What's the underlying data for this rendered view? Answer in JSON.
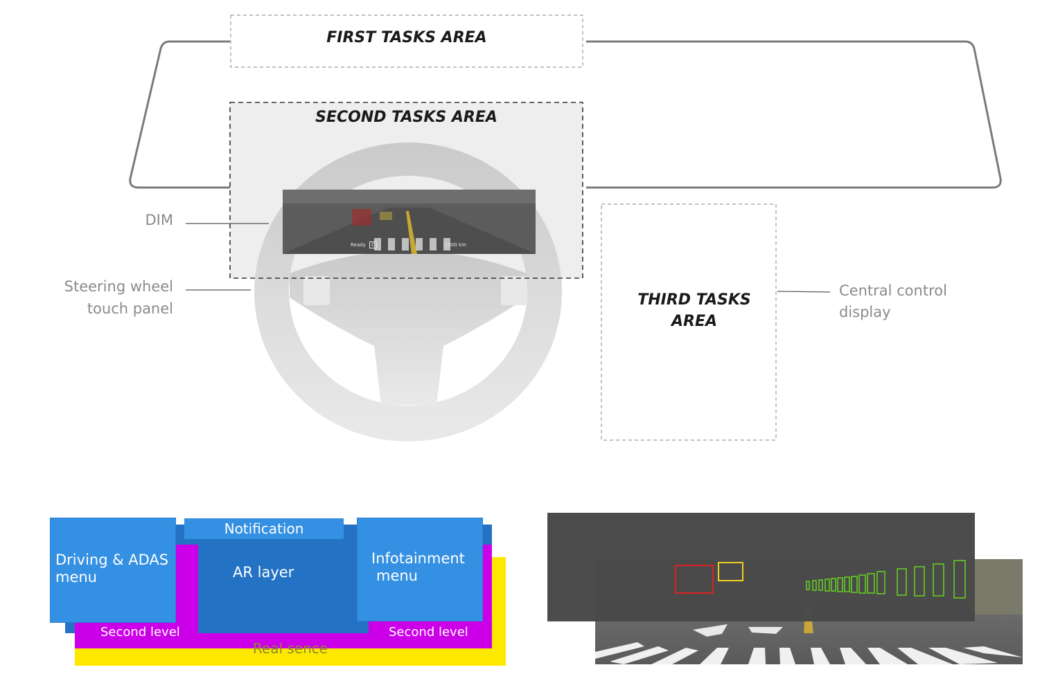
{
  "diagram": {
    "first_tasks_label": "FIRST TASKS AREA",
    "second_tasks_label": "SECOND TASKS AREA",
    "third_tasks_label_line1": "THIRD TASKS",
    "third_tasks_label_line2": "AREA",
    "callouts": {
      "dim": "DIM",
      "steering_line1": "Steering wheel",
      "steering_line2": "touch panel",
      "central_line1": "Central control",
      "central_line2": "display"
    },
    "dim_screen": {
      "ready_label": "Ready",
      "gear_label": "D",
      "range_label": "1000 km"
    }
  },
  "layers": {
    "notification": "Notification",
    "driving_line1": "Driving & ADAS",
    "driving_line2": "menu",
    "ar_layer": "AR layer",
    "infotainment_line1": "Infotainment",
    "infotainment_line2": "menu",
    "second_level_left": "Second level",
    "second_level_right": "Second level",
    "real_scene": "Real sence"
  },
  "colors": {
    "blue_light": "#3490e2",
    "blue_dark": "#2472c4",
    "magenta": "#cc00e8",
    "yellow": "#ffe800",
    "red_box": "#e02020",
    "yellow_box": "#f0d020",
    "green_boxes": "#66cc22"
  }
}
